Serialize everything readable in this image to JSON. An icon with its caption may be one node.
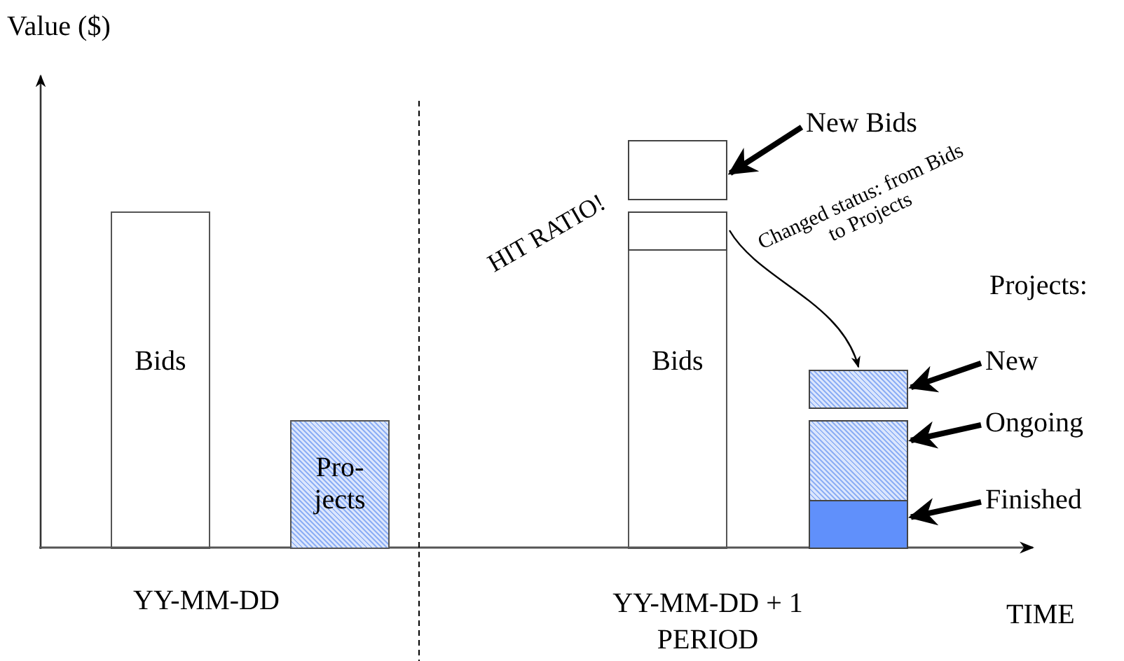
{
  "diagram": {
    "nodes": [
      {
        "text": [
          "Bids"
        ]
      },
      {
        "text": [
          "Pro- jects"
        ]
      },
      {
        "text": [],
        "shape": "box"
      },
      {
        "text": [
          "Bids"
        ]
      },
      {
        "text": [],
        "shape": "box",
        "in": 3,
        "beside": [
          "HIT RATIO!"
        ]
      },
      {
        "text": [],
        "shape": "box"
      },
      {
        "text": [],
        "shape": "box"
      },
      {
        "text": [],
        "shape": "box"
      },
      {
        "text": [
          "New Bids"
        ]
      },
      {
        "text": [
          "New"
        ]
      },
      {
        "text": [
          "Ongoing"
        ]
      },
      {
        "text": [
          "Finished"
        ]
      }
    ],
    "edges": [
      {
        "from": 4,
        "to": 5,
        "arrow": "to",
        "label": "Changed status: from Bids to Projects"
      },
      {
        "from": 8,
        "to": 2,
        "arrow": "to"
      },
      {
        "from": 9,
        "to": 5,
        "arrow": "to"
      },
      {
        "from": 10,
        "to": 6,
        "arrow": "to"
      },
      {
        "from": 11,
        "to": 7,
        "arrow": "to"
      }
    ],
    "labels": [
      "Value ($)",
      "Projects:",
      "YY-MM-DD",
      "YY-MM-DD + 1 PERIOD",
      "TIME"
    ]
  }
}
